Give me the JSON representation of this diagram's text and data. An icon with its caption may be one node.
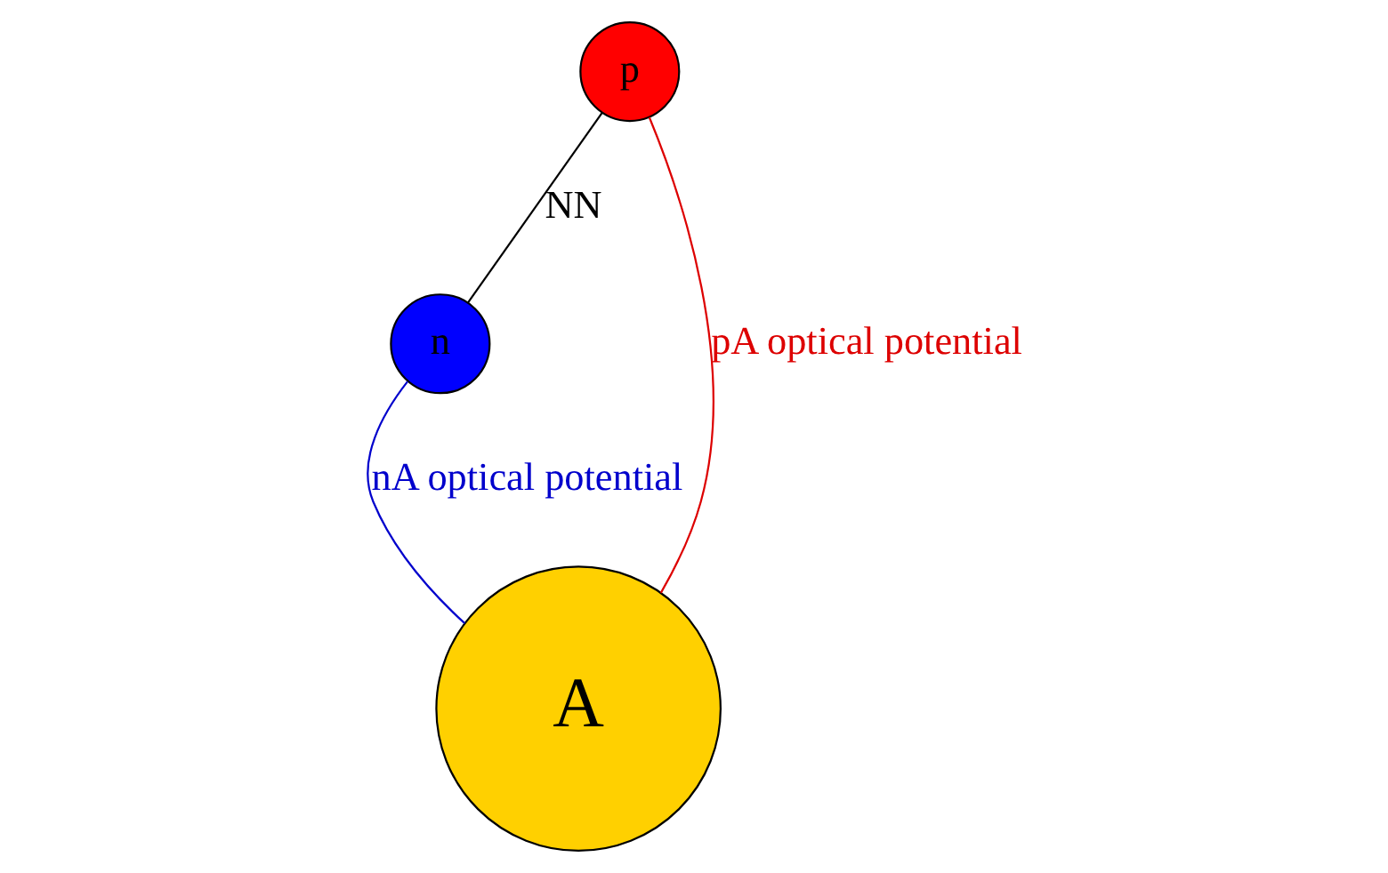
{
  "diagram": {
    "nodes": [
      {
        "text": [
          "n"
        ]
      },
      {
        "text": [
          "p"
        ]
      },
      {
        "text": [
          "A"
        ]
      }
    ],
    "edges": [
      {
        "from": 1,
        "to": 0,
        "arrow": "none",
        "label": "NN",
        "color": "#000000"
      },
      {
        "from": 0,
        "to": 2,
        "arrow": "none",
        "label": "nA optical potential",
        "color": "#0000cc"
      },
      {
        "from": 1,
        "to": 2,
        "arrow": "none",
        "label": "pA optical potential",
        "color": "#dd0000"
      }
    ]
  }
}
